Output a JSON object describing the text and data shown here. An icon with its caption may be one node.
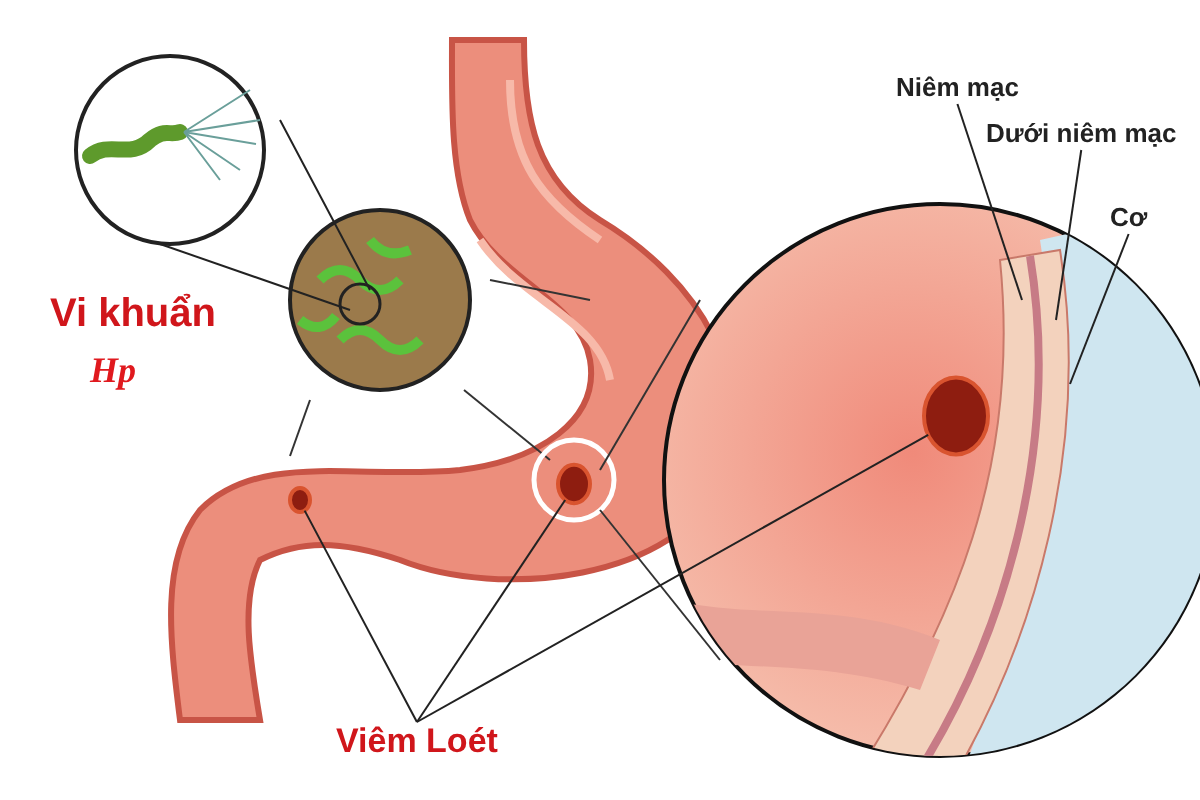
{
  "diagram": {
    "nodes": [
      {
        "text": [
          "Niêm mạc"
        ]
      },
      {
        "text": [
          "Dưới niêm mạc"
        ]
      },
      {
        "text": [
          "Cơ"
        ]
      },
      {
        "text": [
          "Viêm Loét"
        ]
      },
      {
        "text": [],
        "shape": "circle"
      },
      {
        "text": [],
        "shape": "circle"
      },
      {
        "text": [],
        "shape": "circle"
      },
      {
        "text": [],
        "shape": "picture"
      },
      {
        "text": [],
        "shape": "picture"
      }
    ],
    "edges": [
      {
        "from": 0,
        "to": null,
        "arrow": "none"
      },
      {
        "from": 1,
        "to": null,
        "arrow": "none"
      },
      {
        "from": 2,
        "to": null,
        "arrow": "none"
      },
      {
        "from": 3,
        "to": 4,
        "arrow": "none"
      },
      {
        "from": 3,
        "to": 5,
        "arrow": "none"
      },
      {
        "from": 3,
        "to": 6,
        "arrow": "none"
      },
      {
        "from": 7,
        "to": 8,
        "arrow": "none"
      },
      {
        "from": 7,
        "to": 8,
        "arrow": "none"
      }
    ],
    "labels": [
      "Vi khuẩn",
      "Hp"
    ]
  }
}
